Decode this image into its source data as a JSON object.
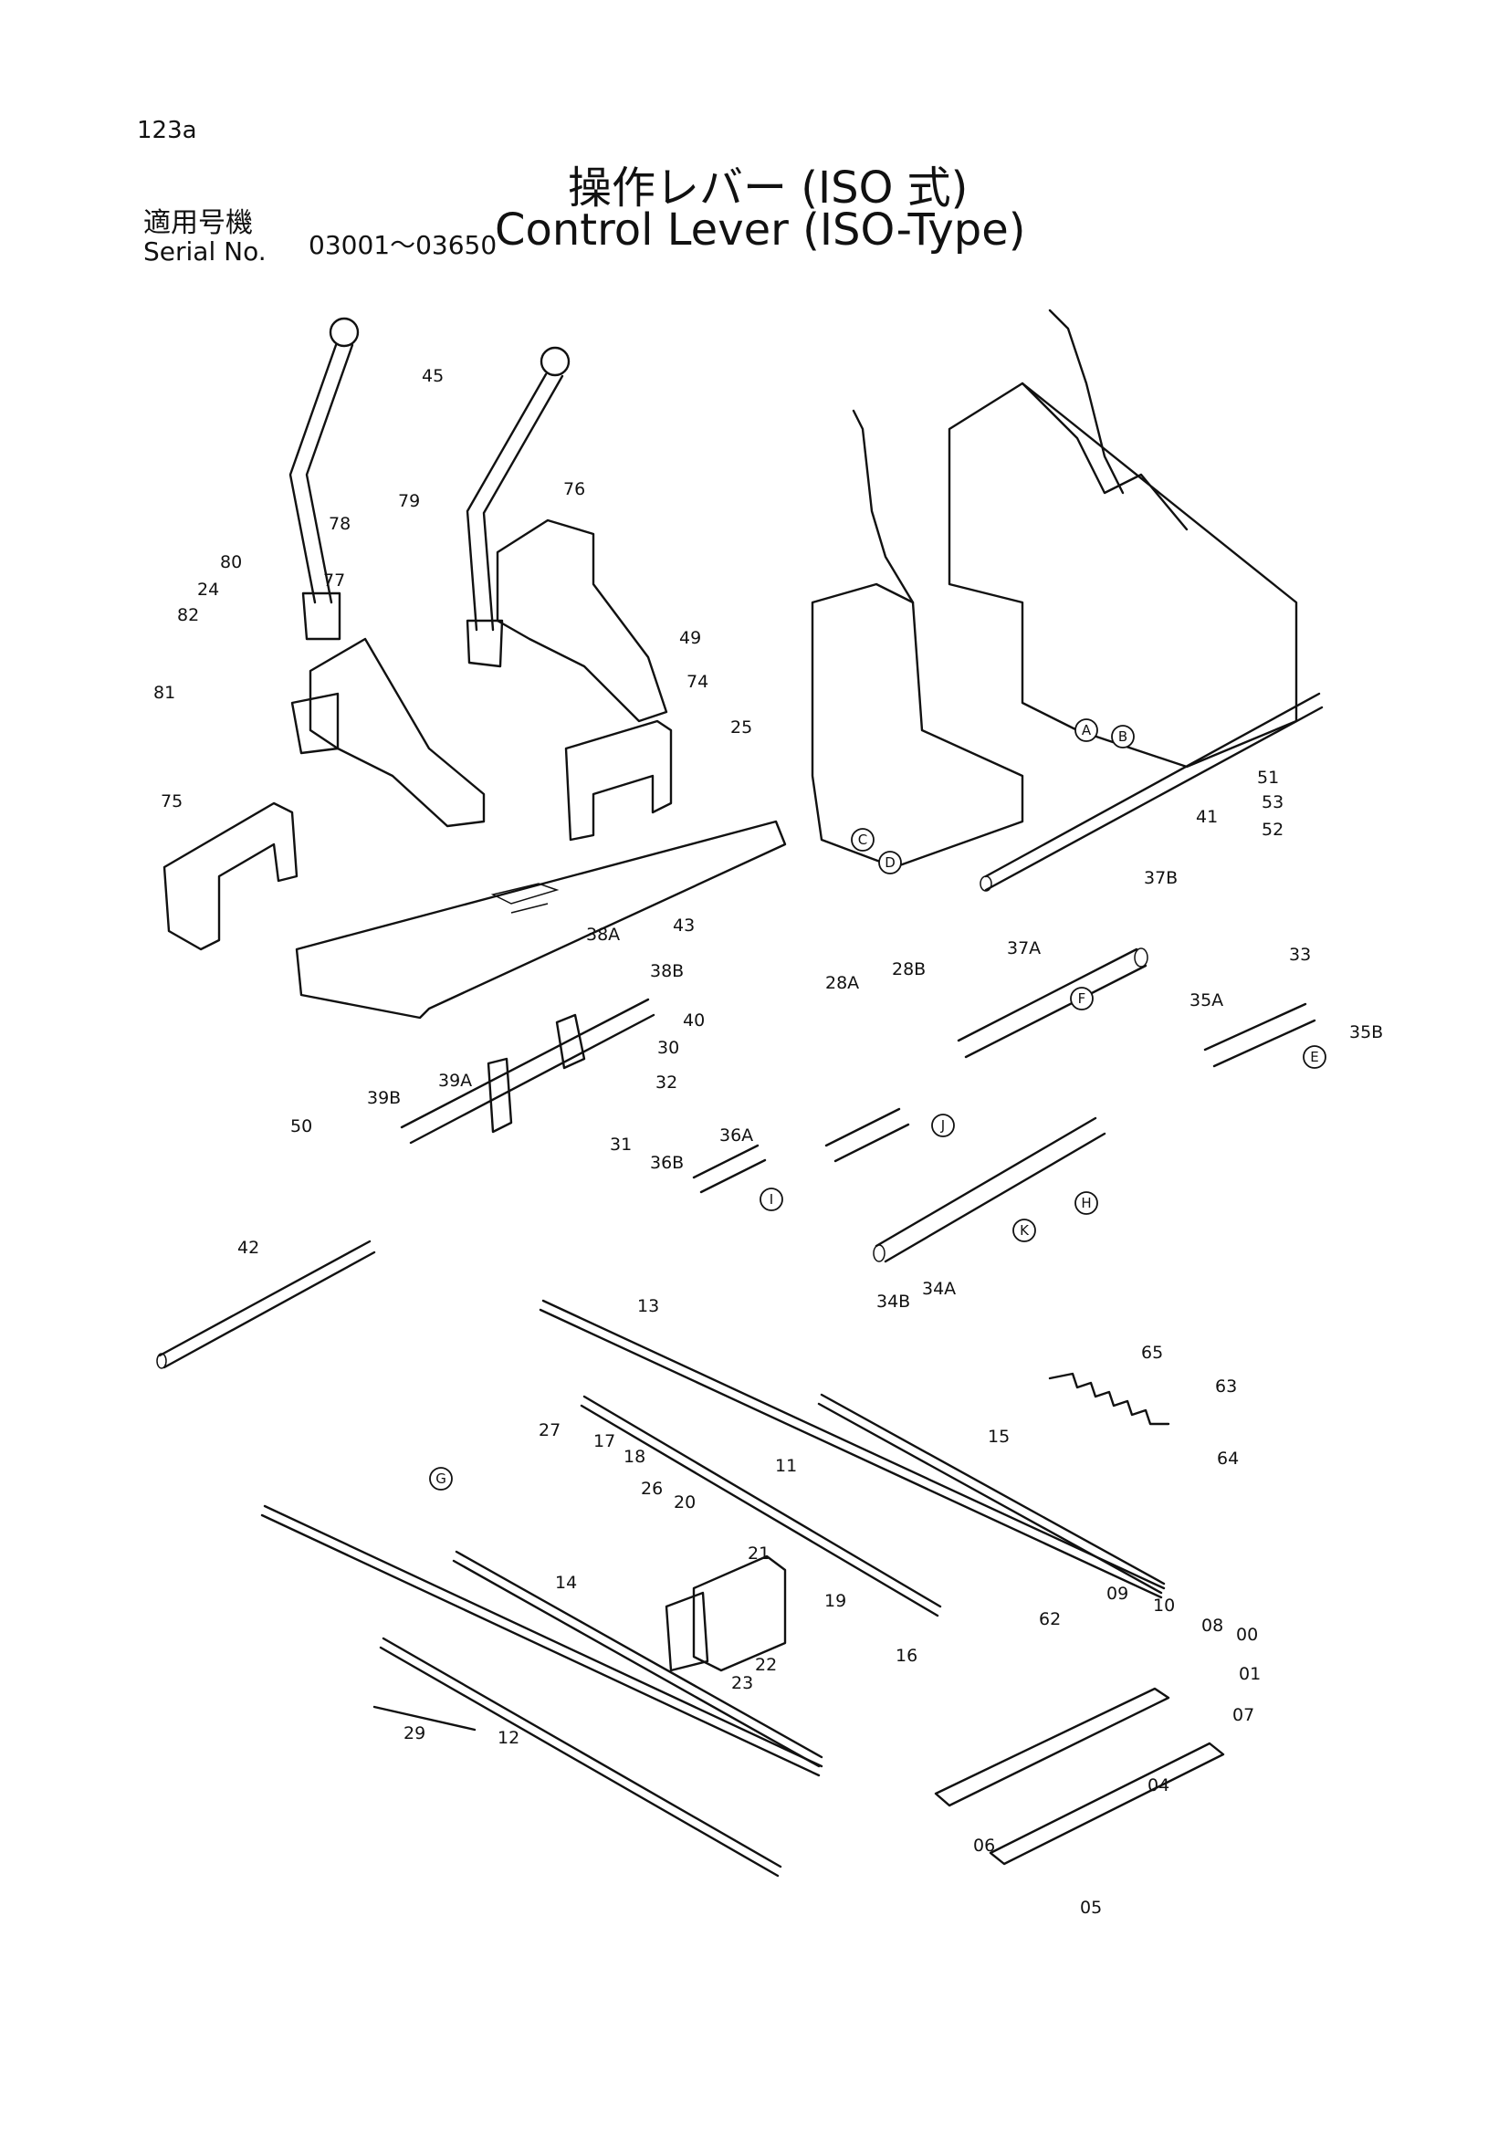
{
  "header": {
    "page_number": "123a",
    "title_japanese": "操作レバー (ISO 式)",
    "serial_label_japanese": "適用号機",
    "serial_label_english": "Serial No.",
    "serial_range": "03001～03650",
    "title_english": "Control Lever (ISO-Type)"
  },
  "diagram": {
    "callouts": [
      "45",
      "78",
      "79",
      "76",
      "80",
      "24",
      "82",
      "77",
      "49",
      "81",
      "74",
      "25",
      "75",
      "43",
      "38A",
      "38B",
      "40",
      "30",
      "32",
      "39A",
      "39B",
      "50",
      "31",
      "42",
      "51",
      "53",
      "52",
      "41",
      "37A",
      "37B",
      "33",
      "35A",
      "35B",
      "28A",
      "28B",
      "36A",
      "36B",
      "34A",
      "34B",
      "13",
      "11",
      "15",
      "27",
      "17",
      "18",
      "26",
      "20",
      "21",
      "19",
      "22",
      "23",
      "16",
      "62",
      "12",
      "14",
      "29",
      "65",
      "63",
      "64",
      "09",
      "10",
      "08",
      "00",
      "01",
      "07",
      "06",
      "04",
      "05"
    ],
    "reference_markers": [
      "A",
      "B",
      "C",
      "D",
      "E",
      "F",
      "G",
      "H",
      "I",
      "J",
      "K"
    ]
  }
}
